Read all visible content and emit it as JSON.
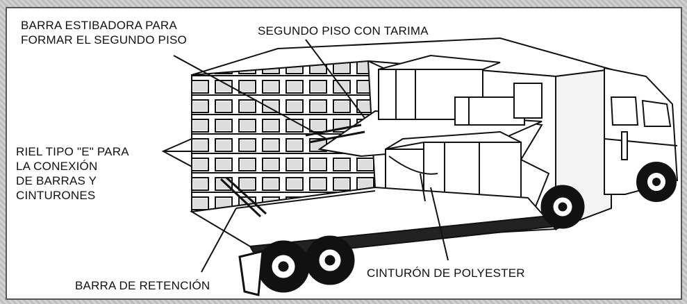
{
  "labels": {
    "barra_estibadora": "BARRA ESTIBADORA PARA\nFORMAR EL SEGUNDO PISO",
    "segundo_piso": "SEGUNDO PISO CON TARIMA",
    "riel_tipo_e": "RIEL TIPO \"E\" PARA\nLA CONEXIÓN\nDE BARRAS Y\nCINTURONES",
    "barra_retencion": "BARRA DE RETENCIÓN",
    "cinturon": "CINTURÓN DE POLYESTER"
  },
  "colors": {
    "ink": "#111111",
    "paper": "#ffffff",
    "frame": "#c9c9c9"
  }
}
